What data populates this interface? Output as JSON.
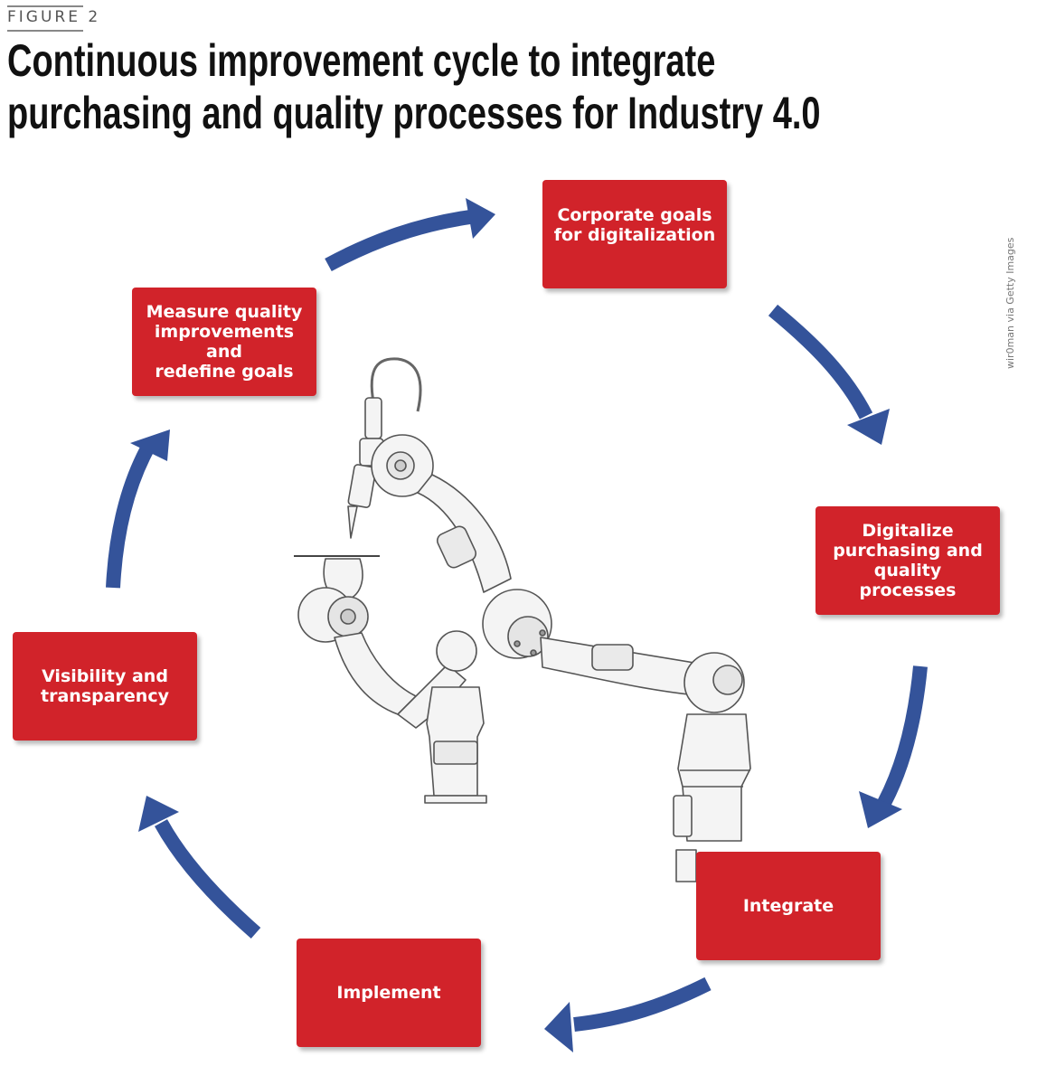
{
  "header": {
    "figure_label": "FIGURE 2",
    "title_line1": "Continuous improvement cycle to integrate",
    "title_line2": "purchasing and quality processes for Industry 4.0"
  },
  "credit": "wir0man via Getty Images",
  "cycle": {
    "steps": [
      {
        "label": "Corporate goals\nfor digitalization"
      },
      {
        "label": "Digitalize\npurchasing and\nquality processes"
      },
      {
        "label": "Integrate"
      },
      {
        "label": "Implement"
      },
      {
        "label": "Visibility and\ntransparency"
      },
      {
        "label": "Measure quality\nimprovements and\nredefine goals"
      }
    ]
  },
  "colors": {
    "box": "#d1232a",
    "arrow": "#34539a",
    "title": "#111111"
  },
  "illustration": "robotic-arm"
}
